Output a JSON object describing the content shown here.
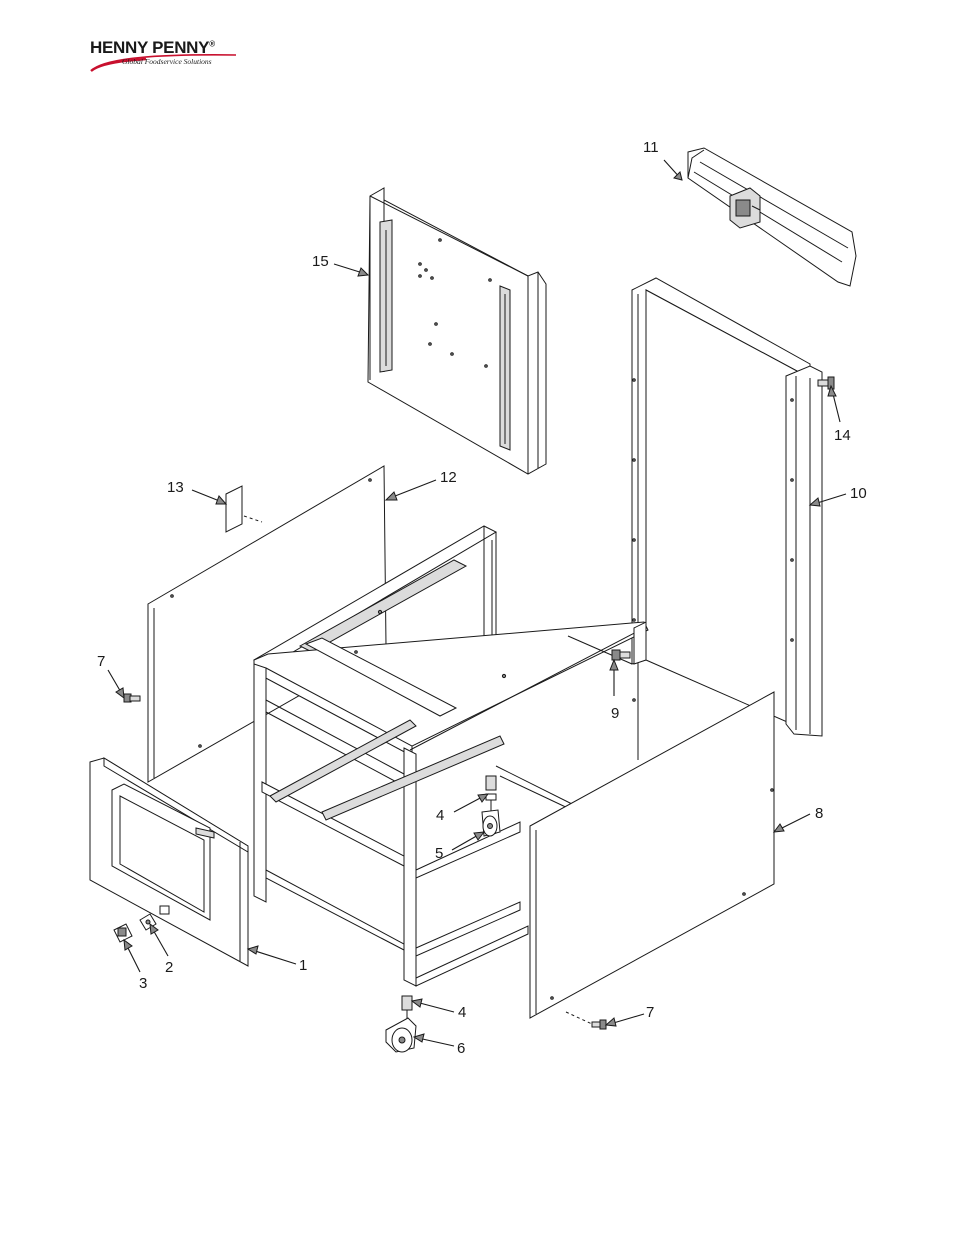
{
  "logo": {
    "brand": "HENNY PENNY",
    "registered": "®",
    "tagline": "Global Foodservice Solutions",
    "accent_color": "#c8102e"
  },
  "callouts": [
    {
      "id": "c1",
      "label": "1"
    },
    {
      "id": "c2",
      "label": "2"
    },
    {
      "id": "c3",
      "label": "3"
    },
    {
      "id": "c4a",
      "label": "4"
    },
    {
      "id": "c4b",
      "label": "4"
    },
    {
      "id": "c5",
      "label": "5"
    },
    {
      "id": "c6",
      "label": "6"
    },
    {
      "id": "c7a",
      "label": "7"
    },
    {
      "id": "c7b",
      "label": "7"
    },
    {
      "id": "c8",
      "label": "8"
    },
    {
      "id": "c9",
      "label": "9"
    },
    {
      "id": "c10",
      "label": "10"
    },
    {
      "id": "c11",
      "label": "11"
    },
    {
      "id": "c12",
      "label": "12"
    },
    {
      "id": "c13",
      "label": "13"
    },
    {
      "id": "c14",
      "label": "14"
    },
    {
      "id": "c15",
      "label": "15"
    }
  ]
}
